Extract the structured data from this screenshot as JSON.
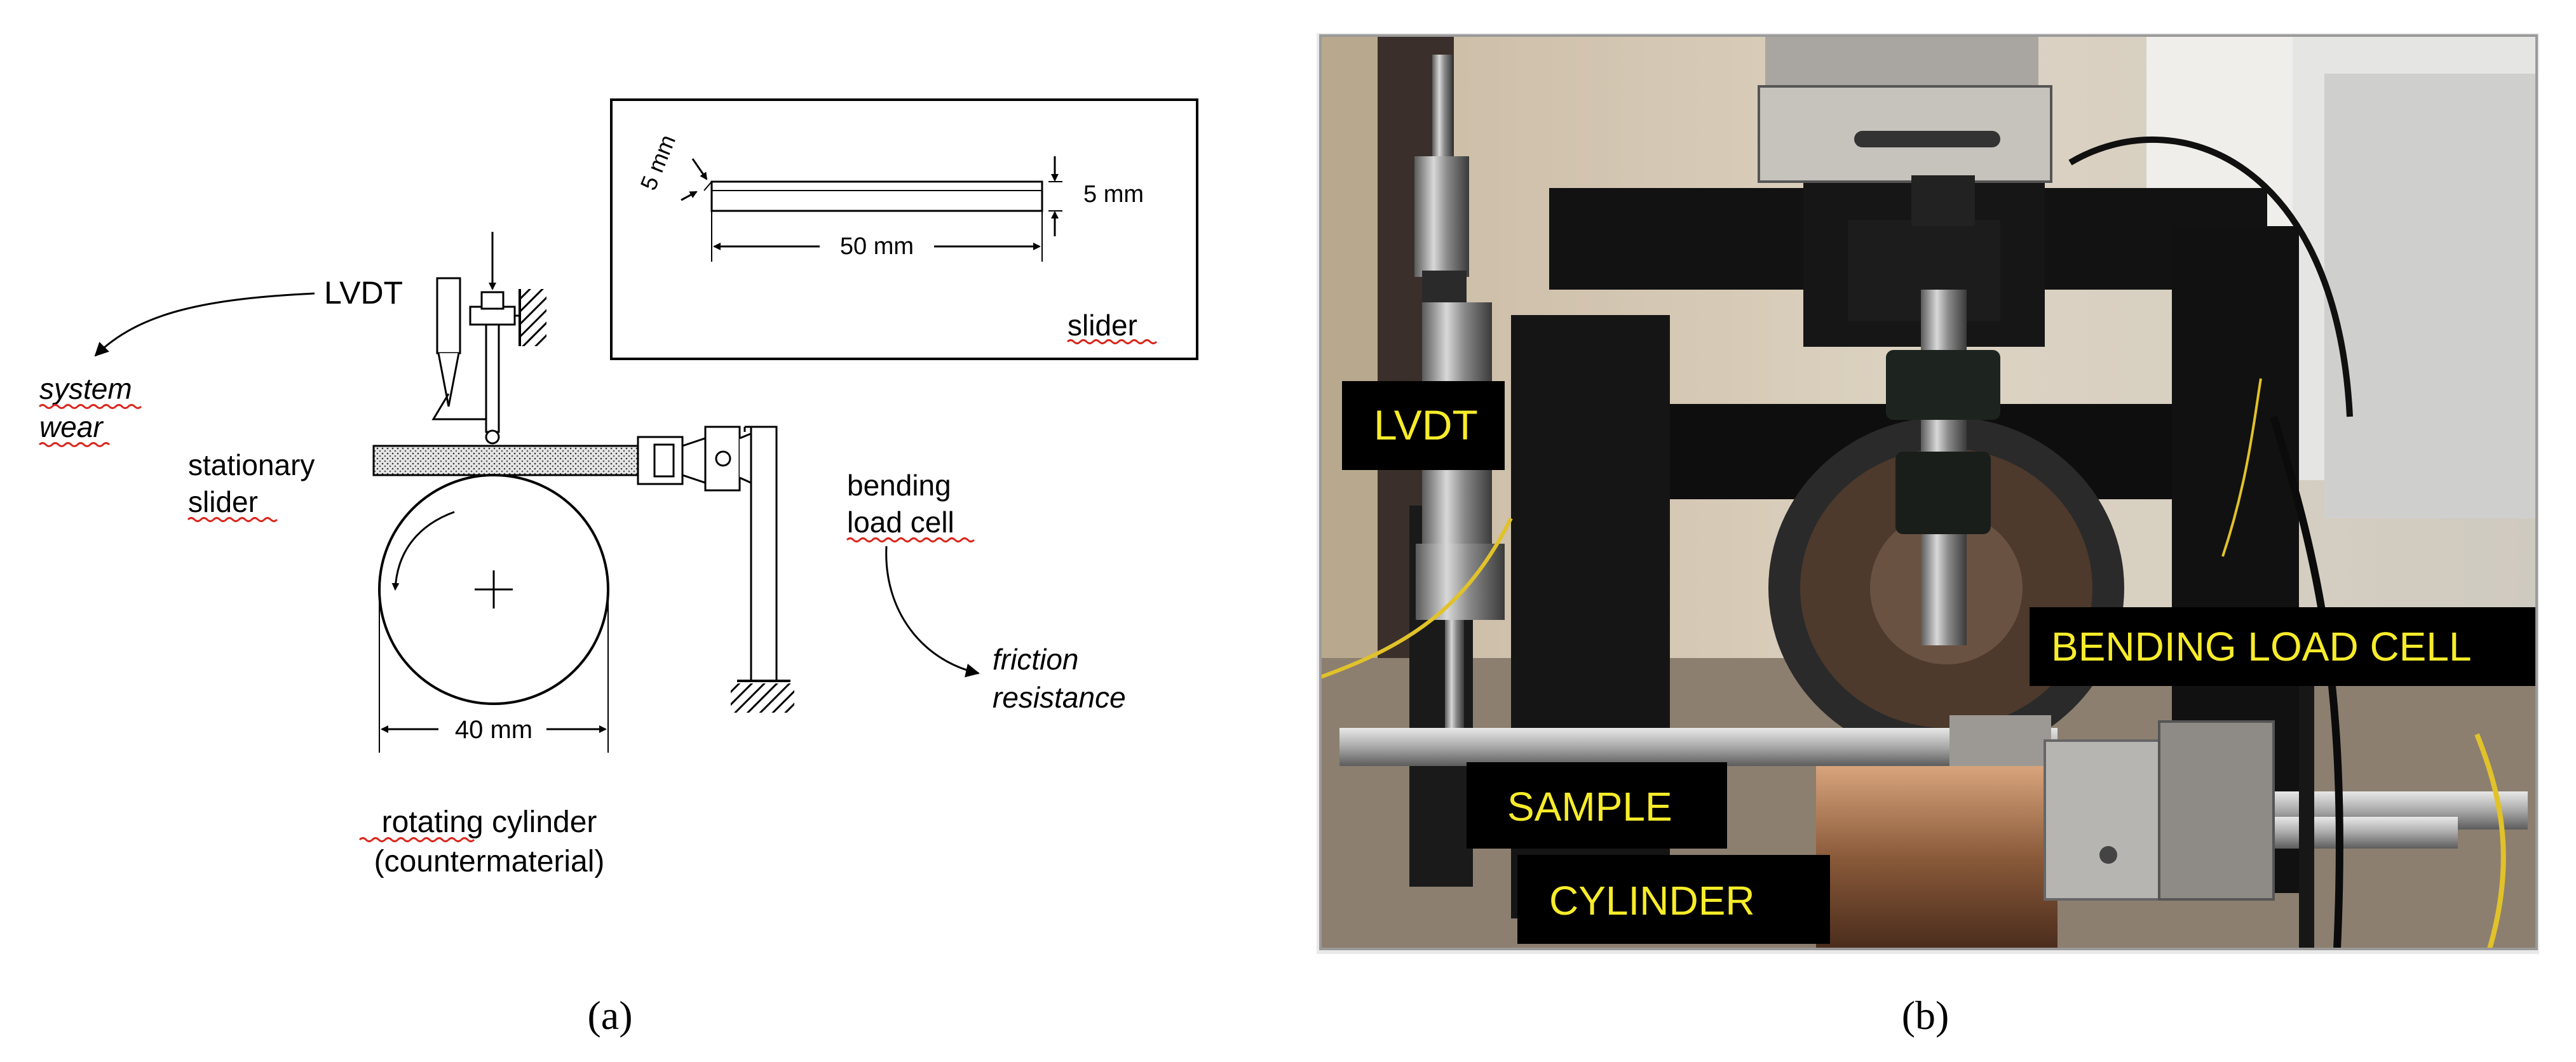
{
  "panel_a": {
    "caption": "(a)",
    "labels": {
      "lvdt": "LVDT",
      "system_wear_line1": "system",
      "system_wear_line2": "wear",
      "stationary_slider_line1": "stationary",
      "stationary_slider_line2": "slider",
      "bending_load_cell_line1": "bending",
      "bending_load_cell_line2": "load cell",
      "friction_resistance_line1": "friction",
      "friction_resistance_line2": "resistance",
      "cylinder_width": "40 mm",
      "rotating_cylinder_line1": "rotating cylinder",
      "rotating_cylinder_line2": "(countermaterial)"
    },
    "inset": {
      "dim_width": "5 mm",
      "dim_height": "5 mm",
      "dim_length": "50 mm",
      "title": "slider"
    }
  },
  "panel_b": {
    "caption": "(b)",
    "labels": {
      "lvdt": "LVDT",
      "bending_load_cell": "BENDING LOAD CELL",
      "sample": "SAMPLE",
      "cylinder": "CYLINDER"
    },
    "colors": {
      "label_bg": "#000000",
      "label_text": "#f7ec2a"
    }
  }
}
